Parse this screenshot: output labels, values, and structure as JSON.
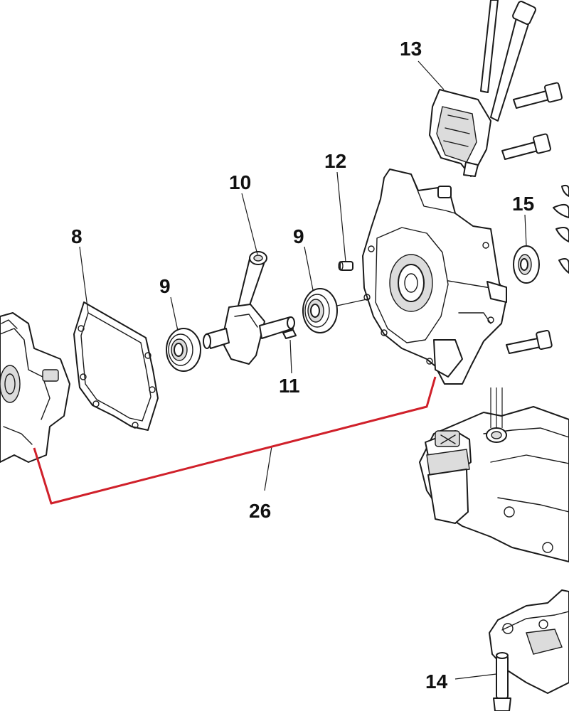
{
  "accent_color": "#d0202a",
  "callouts": {
    "c8": "8",
    "c9a": "9",
    "c10": "10",
    "c9b": "9",
    "c12": "12",
    "c11": "11",
    "c13": "13",
    "c15": "15",
    "c26": "26",
    "c14": "14"
  }
}
